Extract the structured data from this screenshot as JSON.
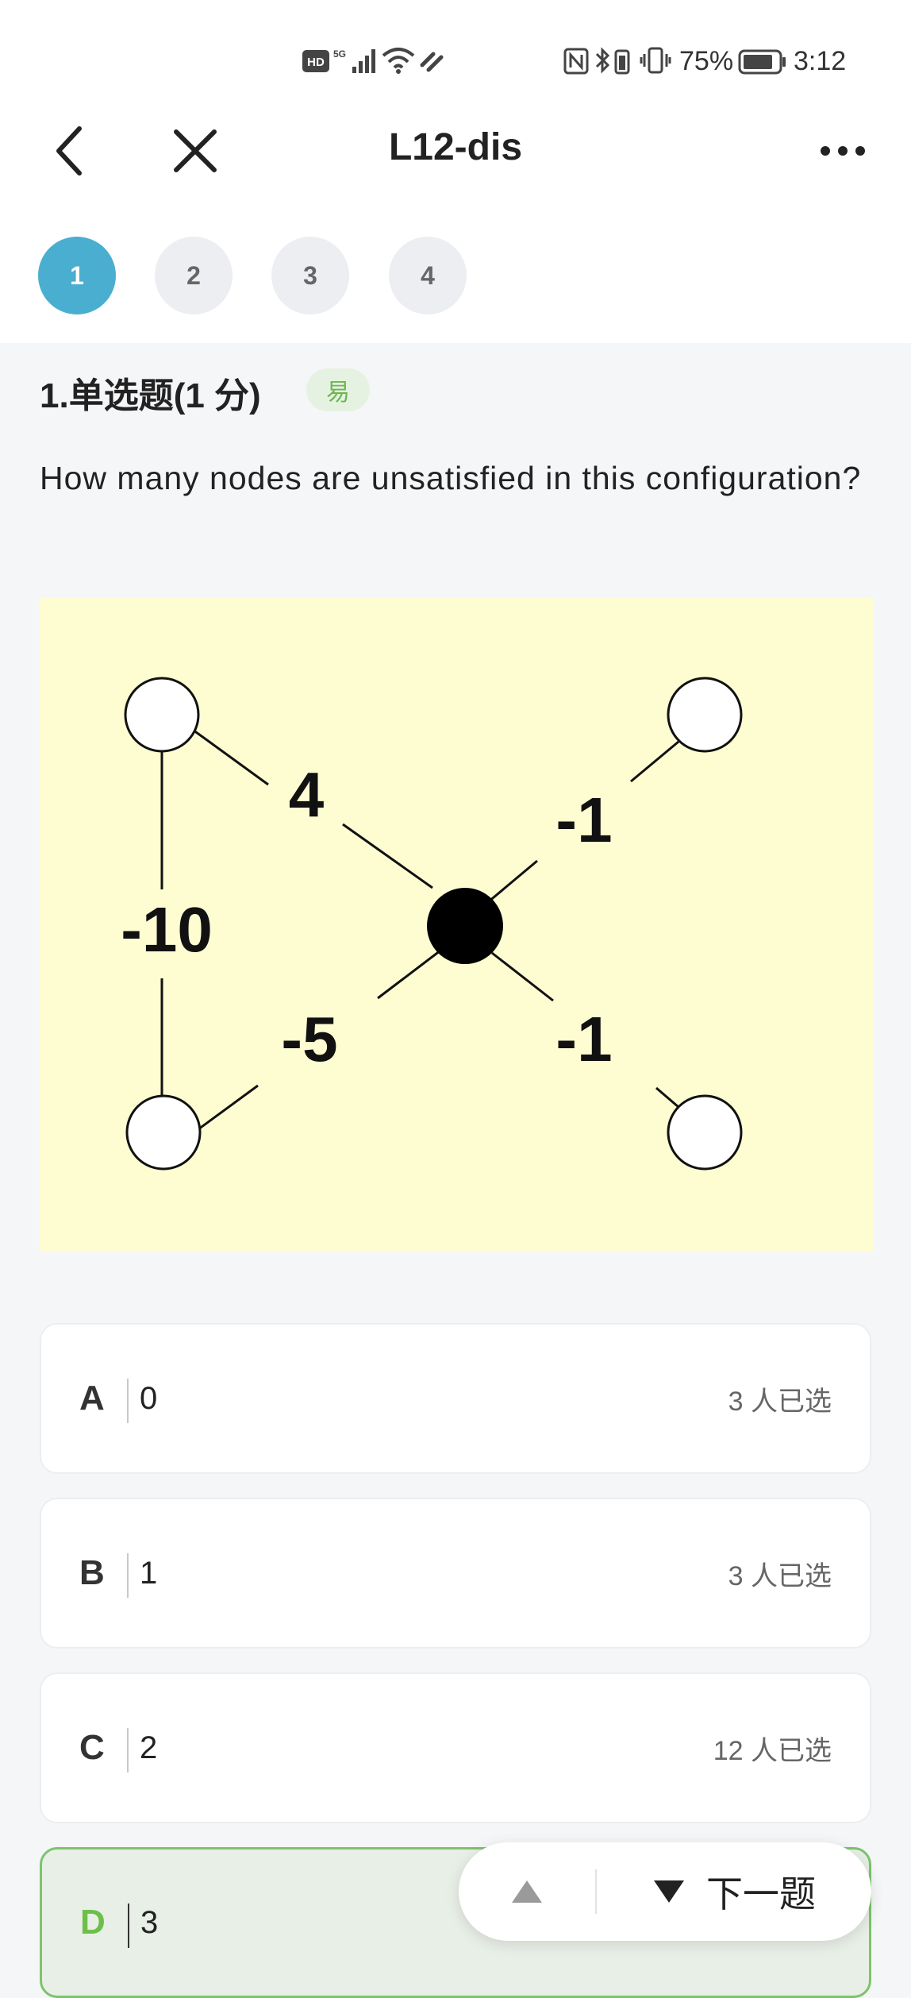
{
  "status_bar": {
    "hd": "HD",
    "net": "5G",
    "battery": "75%",
    "time": "3:12"
  },
  "header": {
    "title": "L12-dis",
    "back_icon": "chevron-left-icon",
    "close_icon": "close-icon",
    "more_icon": "more-dots-icon"
  },
  "tabs": [
    {
      "label": "1",
      "active": true
    },
    {
      "label": "2",
      "active": false
    },
    {
      "label": "3",
      "active": false
    },
    {
      "label": "4",
      "active": false
    }
  ],
  "question": {
    "heading": "1.单选题(1 分)",
    "difficulty": "易",
    "text": "How many nodes are unsatisfied in this configuration?"
  },
  "figure": {
    "edge_labels": [
      "4",
      "-1",
      "-10",
      "-5",
      "-1"
    ]
  },
  "options": [
    {
      "letter": "A",
      "value": "0",
      "count": "3 人已选",
      "selected": false
    },
    {
      "letter": "B",
      "value": "1",
      "count": "3 人已选",
      "selected": false
    },
    {
      "letter": "C",
      "value": "2",
      "count": "12 人已选",
      "selected": false
    },
    {
      "letter": "D",
      "value": "3",
      "count": "",
      "selected": true
    }
  ],
  "nav": {
    "prev_icon": "triangle-up-icon",
    "next_icon": "triangle-down-icon",
    "next_label": "下一题"
  },
  "colors": {
    "accent": "#4aaed0",
    "selected_border": "#7cc46b",
    "selected_letter": "#6cc04a",
    "figure_bg": "#fefdd2"
  }
}
